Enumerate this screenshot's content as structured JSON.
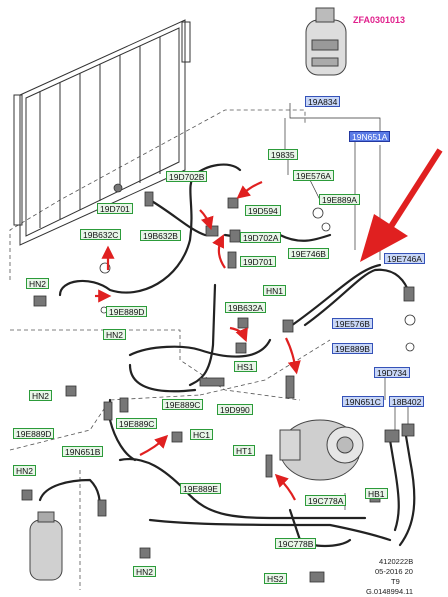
{
  "refs": {
    "zfa": "ZFA0301013",
    "r19A834": "19A834",
    "r19N651A": "19N651A",
    "r19835": "19835",
    "r19E576A": "19E576A",
    "r19E889A": "19E889A",
    "r19E746B": "19E746B",
    "r19E746A": "19E746A",
    "r19D702B": "19D702B",
    "r19D701_a": "19D701",
    "r19D594": "19D594",
    "r19B632C": "19B632C",
    "r19B632B": "19B632B",
    "r19D702A": "19D702A",
    "r19D701_b": "19D701",
    "hn2_a": "HN2",
    "r19E889D_a": "19E889D",
    "hn1": "HN1",
    "r19B632A": "19B632A",
    "hn2_b": "HN2",
    "hs1": "HS1",
    "r19E576B": "19E576B",
    "r19E889B": "19E889B",
    "hn2_c": "HN2",
    "r19E889C_a": "19E889C",
    "r19E889C_b": "19E889C",
    "r19D990": "19D990",
    "r19D734": "19D734",
    "r19N651C": "19N651C",
    "r18B402": "18B402",
    "r19E889D_b": "19E889D",
    "hc1": "HC1",
    "ht1": "HT1",
    "hn2_d": "HN2",
    "r19N651B": "19N651B",
    "r19E889E": "19E889E",
    "r19C778A": "19C778A",
    "hb1": "HB1",
    "r19C778B": "19C778B",
    "hn2_e": "HN2",
    "hs2": "HS2"
  },
  "footer": {
    "line1": "4120222B",
    "line2": "05-2016 20",
    "line3": "T9",
    "line4": "G.0148994.11"
  },
  "colors": {
    "label_green_border": "#2c9b3a",
    "label_blue_border": "#3552b8",
    "arrow_red": "#e02020",
    "part_number_pink": "#e0208c"
  }
}
